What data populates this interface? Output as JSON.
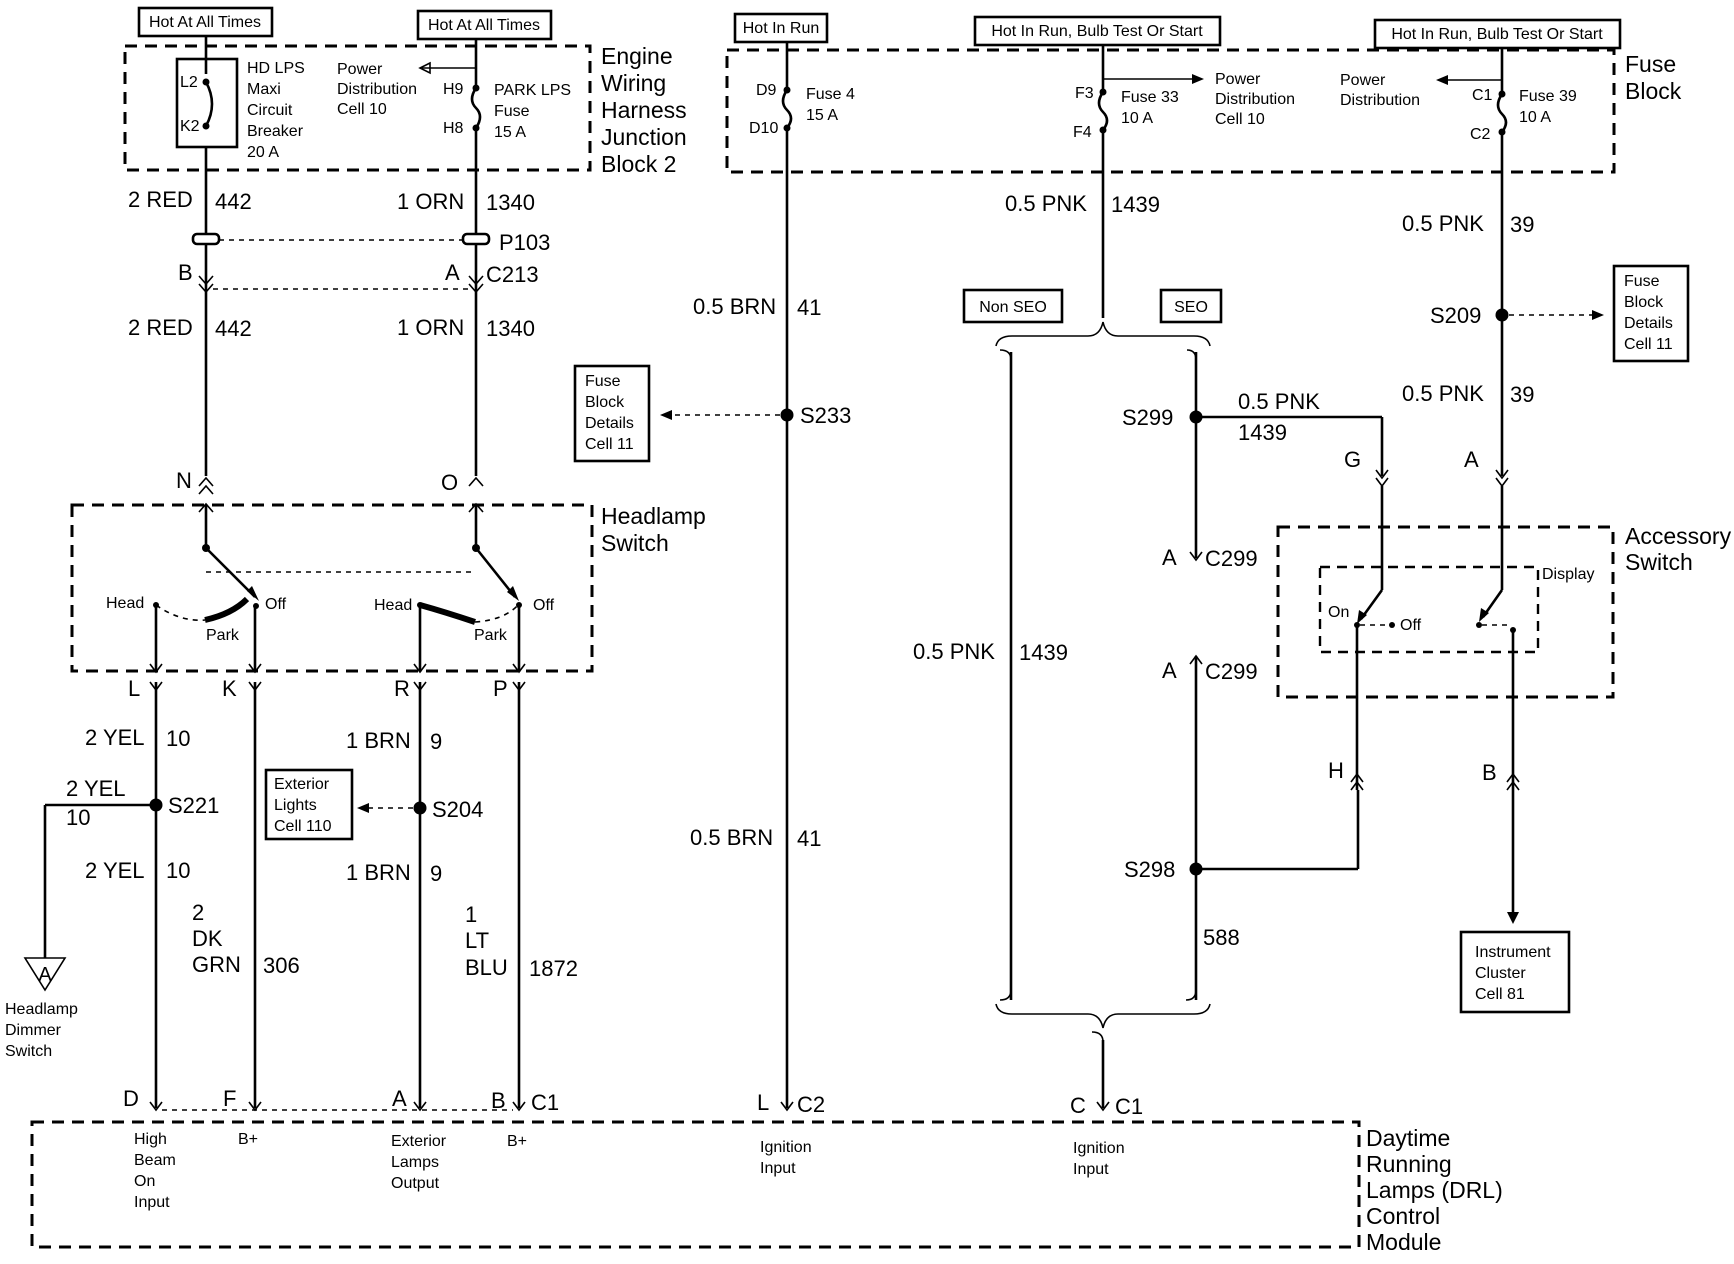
{
  "feeds": {
    "hot_all_times_1": "Hot At All Times",
    "hot_all_times_2": "Hot At All Times",
    "hot_in_run": "Hot In Run",
    "hot_bulb_1": "Hot In Run, Bulb Test Or Start",
    "hot_bulb_2": "Hot In Run, Bulb Test Or Start"
  },
  "components": {
    "ewhjb": [
      "Engine",
      "Wiring",
      "Harness",
      "Junction",
      "Block 2"
    ],
    "fuse_block": [
      "Fuse",
      "Block"
    ],
    "headlamp_switch": [
      "Headlamp",
      "Switch"
    ],
    "accessory_switch": [
      "Accessory",
      "Switch"
    ],
    "drl": [
      "Daytime",
      "Running",
      "Lamps (DRL)",
      "Control",
      "Module"
    ]
  },
  "breaker": {
    "top": "L2",
    "bottom": "K2",
    "desc": [
      "HD LPS",
      "Maxi",
      "Circuit",
      "Breaker",
      "20 A"
    ]
  },
  "park_fuse": {
    "top": "H9",
    "bottom": "H8",
    "desc": [
      "PARK LPS",
      "Fuse",
      "15 A"
    ]
  },
  "power_dist_left": [
    "Power",
    "Distribution",
    "Cell 10"
  ],
  "fuse4": {
    "top": "D9",
    "bottom": "D10",
    "desc": [
      "Fuse 4",
      "15 A"
    ]
  },
  "fuse33": {
    "top": "F3",
    "bottom": "F4",
    "desc": [
      "Fuse 33",
      "10 A"
    ]
  },
  "power_dist_mid": [
    "Power",
    "Distribution",
    "Cell 10"
  ],
  "power_dist_right": [
    "Power",
    "Distribution"
  ],
  "fuse39": {
    "top": "C1",
    "bottom": "C2",
    "desc": [
      "Fuse 39",
      "10 A"
    ]
  },
  "wires": {
    "red_a": [
      "2 RED",
      "442"
    ],
    "orn_a": [
      "1 ORN",
      "1340"
    ],
    "red_b": [
      "2 RED",
      "442"
    ],
    "orn_b": [
      "1 ORN",
      "1340"
    ],
    "brn_a": [
      "0.5 BRN",
      "41"
    ],
    "brn_b": [
      "0.5 BRN",
      "41"
    ],
    "pnk_top": [
      "0.5 PNK",
      "1439"
    ],
    "pnk39_a": [
      "0.5 PNK",
      "39"
    ],
    "pnk39_b": [
      "0.5 PNK",
      "39"
    ],
    "pnk_s299": [
      "0.5 PNK",
      "1439"
    ],
    "pnk_nonseo": [
      "0.5 PNK",
      "1439"
    ],
    "yel_a": [
      "2 YEL",
      "10"
    ],
    "yel_branch": [
      "2 YEL",
      "10"
    ],
    "yel_b": [
      "2 YEL",
      "10"
    ],
    "brn9_a": [
      "1 BRN",
      "9"
    ],
    "brn9_b": [
      "1 BRN",
      "9"
    ],
    "dkgrn": [
      "2",
      "DK",
      "GRN",
      "306"
    ],
    "ltblu": [
      "1",
      "LT",
      "BLU",
      "1872"
    ],
    "w588": "588"
  },
  "connectors": {
    "p103": "P103",
    "c213": "C213",
    "b": "B",
    "a": "A",
    "n": "N",
    "o": "O",
    "l": "L",
    "k": "K",
    "r": "R",
    "p": "P",
    "d": "D",
    "f": "F",
    "a2": "A",
    "b2": "B",
    "c1": "C1",
    "l2": "L",
    "c2": "C2",
    "c_c": "C",
    "c1b": "C1",
    "g": "G",
    "acc_a": "A",
    "h": "H",
    "acc_b": "B",
    "c299a": "A",
    "c299": "C299",
    "c299b": "A",
    "c299c": "C299"
  },
  "splices": {
    "s233": "S233",
    "s209": "S209",
    "s299": "S299",
    "s298": "S298",
    "s221": "S221",
    "s204": "S204"
  },
  "refs": {
    "fbd_left": [
      "Fuse",
      "Block",
      "Details",
      "Cell 11"
    ],
    "fbd_right": [
      "Fuse",
      "Block",
      "Details",
      "Cell 11"
    ],
    "ext_lights": [
      "Exterior",
      "Lights",
      "Cell 110"
    ],
    "instrument": [
      "Instrument",
      "Cluster",
      "Cell 81"
    ],
    "non_seo": "Non SEO",
    "seo": "SEO"
  },
  "switch_labels": {
    "head1": "Head",
    "park1": "Park",
    "off1": "Off",
    "head2": "Head",
    "park2": "Park",
    "off2": "Off",
    "on": "On",
    "off3": "Off",
    "display": "Display"
  },
  "dimmer": {
    "letter": "A",
    "label": [
      "Headlamp",
      "Dimmer",
      "Switch"
    ]
  },
  "drl_pins": {
    "high_beam": [
      "High",
      "Beam",
      "On",
      "Input"
    ],
    "bplus1": "B+",
    "ext_out": [
      "Exterior",
      "Lamps",
      "Output"
    ],
    "bplus2": "B+",
    "ign1": [
      "Ignition",
      "Input"
    ],
    "ign2": [
      "Ignition",
      "Input"
    ]
  }
}
